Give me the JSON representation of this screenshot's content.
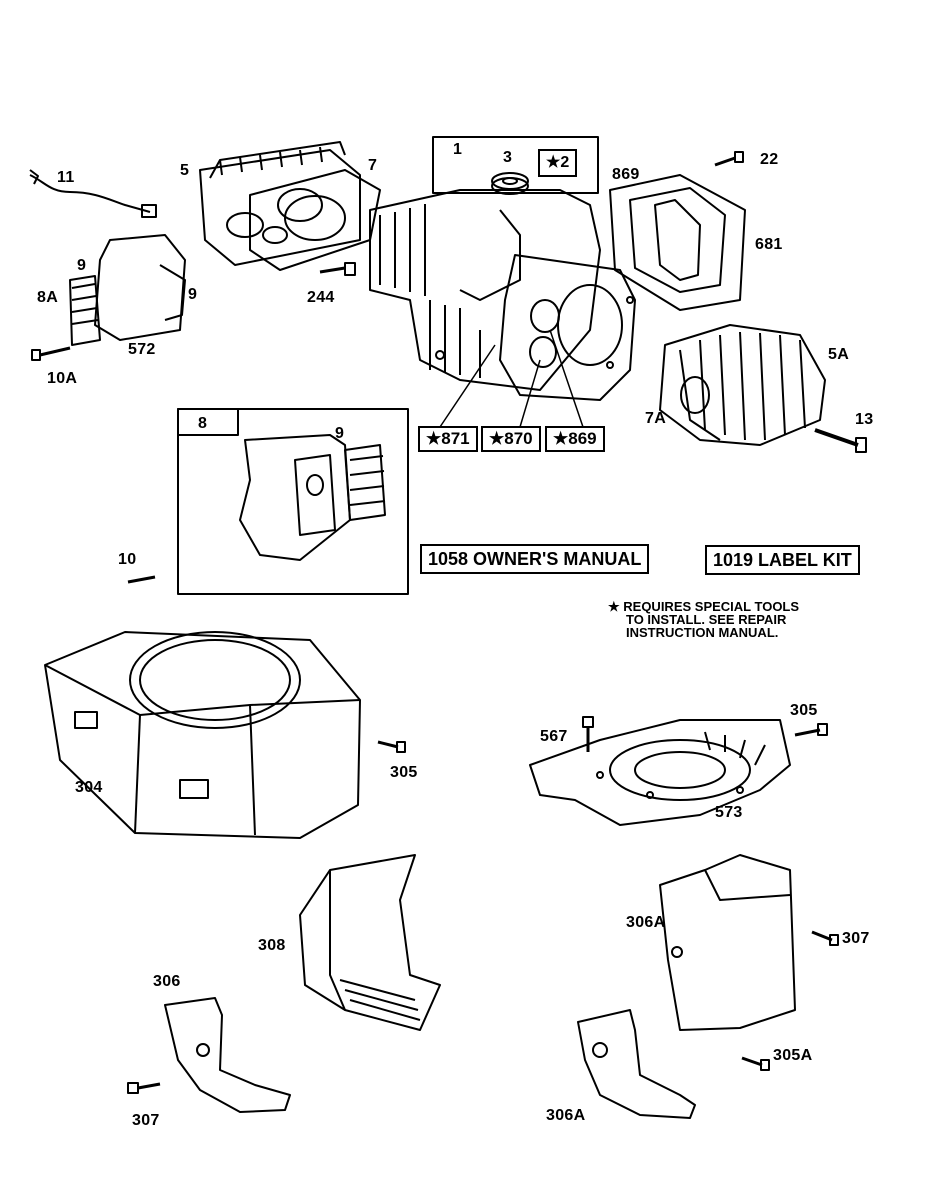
{
  "callouts": {
    "c11": "11",
    "c5": "5",
    "c7": "7",
    "c1": "1",
    "c3": "3",
    "c2": "★2",
    "c869top": "869",
    "c22": "22",
    "c681": "681",
    "c9a": "9",
    "c8a": "8A",
    "c9b": "9",
    "c244": "244",
    "c572": "572",
    "c10a": "10A",
    "c5a": "5A",
    "c7a": "7A",
    "c13": "13",
    "c8": "8",
    "c9c": "9",
    "c10": "10",
    "c304": "304",
    "c305a_top": "305",
    "c305b": "305",
    "c567": "567",
    "c573": "573",
    "c308": "308",
    "c306a_1": "306A",
    "c307a": "307",
    "c306": "306",
    "c307b": "307",
    "c305a": "305A",
    "c306a_2": "306A"
  },
  "star_boxes": [
    "★871",
    "★870",
    "★869"
  ],
  "kits": {
    "manual": "1058 OWNER'S MANUAL",
    "label": "1019 LABEL KIT"
  },
  "note": {
    "line1": "★ REQUIRES SPECIAL TOOLS",
    "line2": "TO INSTALL.  SEE REPAIR",
    "line3": "INSTRUCTION MANUAL."
  }
}
